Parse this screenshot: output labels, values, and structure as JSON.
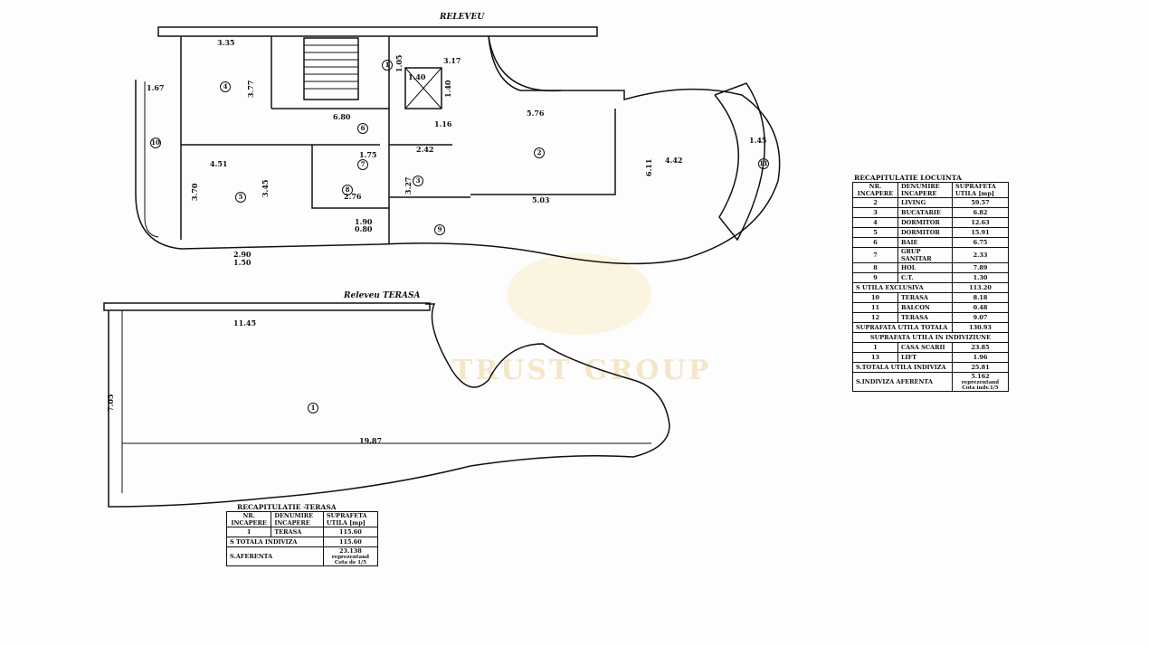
{
  "titles": {
    "releveu": "RELEVEU",
    "terasa": "Releveu TERASA"
  },
  "watermark": "TRUST GROUP",
  "dimensions": {
    "d335": "3.35",
    "d377": "3.77",
    "d167": "1.67",
    "d105": "1.05",
    "d317": "3.17",
    "d140a": "1.40",
    "d140b": "1.40",
    "d576": "5.76",
    "d442": "4.42",
    "d611": "6.11",
    "d145": "1.45",
    "d680": "6.80",
    "d116": "1.16",
    "d451": "4.51",
    "d345": "3.45",
    "d370": "3.70",
    "d276": "2.76",
    "d327": "3.27",
    "d503": "5.03",
    "d242": "2.42",
    "d175": "1.75",
    "d290": "2.90",
    "d150": "1.50",
    "d190": "1.90",
    "d080": "0.80",
    "d1145": "11.45",
    "d705": "7.05",
    "d1987": "19.87"
  },
  "rooms": [
    "1",
    "2",
    "3",
    "4",
    "5",
    "6",
    "7",
    "8",
    "9",
    "10",
    "11",
    "1"
  ],
  "locuinta": {
    "caption": "RECAPITULATIE LOCUINTA",
    "headers": [
      "NR. INCAPERE",
      "DENUMIRE INCAPERE",
      "SUPRAFETA UTILA [mp]"
    ],
    "rows": [
      [
        "2",
        "LIVING",
        "59.57"
      ],
      [
        "3",
        "BUCATARIE",
        "6.82"
      ],
      [
        "4",
        "DORMITOR",
        "12.63"
      ],
      [
        "5",
        "DORMITOR",
        "15.91"
      ],
      [
        "6",
        "BAIE",
        "6.75"
      ],
      [
        "7",
        "GRUP SANITAR",
        "2.33"
      ],
      [
        "8",
        "HOL",
        "7.89"
      ],
      [
        "9",
        "C.T.",
        "1.30"
      ]
    ],
    "s_utila_exclusiva": {
      "label": "S UTILA EXCLUSIVA",
      "value": "113.20"
    },
    "rows2": [
      [
        "10",
        "TERASA",
        "8.18"
      ],
      [
        "11",
        "BALCON",
        "0.48"
      ],
      [
        "12",
        "TERASA",
        "9.07"
      ]
    ],
    "totala": {
      "label": "SUPRAFATA UTILA TOTALA",
      "value": "130.93"
    },
    "indiviziune_label": "SUPRAFATA UTILA IN INDIVIZIUNE",
    "rows3": [
      [
        "1",
        "CASA SCARII",
        "23.85"
      ],
      [
        "13",
        "LIFT",
        "1.96"
      ]
    ],
    "totala_indiviza": {
      "label": "S.TOTALA UTILA INDIVIZA",
      "value": "25.81"
    },
    "aferenta": {
      "label": "S.INDIVIZA AFERENTA",
      "value": "5.162",
      "note": "reprezentand Cota indv.1/5"
    }
  },
  "terasa": {
    "caption": "RECAPITULATIE -TERASA",
    "headers": [
      "NR. INCAPERE",
      "DENUMIRE INCAPERE",
      "SUPRAFETA UTILA [mp]"
    ],
    "rows": [
      [
        "1",
        "TERASA",
        "115.60"
      ]
    ],
    "totala_indiviza": {
      "label": "S TOTALA INDIVIZA",
      "value": "115.60"
    },
    "aferenta": {
      "label": "S.AFERENTA",
      "value": "23.138",
      "note": "reprezentand Cota de 1/5"
    }
  }
}
